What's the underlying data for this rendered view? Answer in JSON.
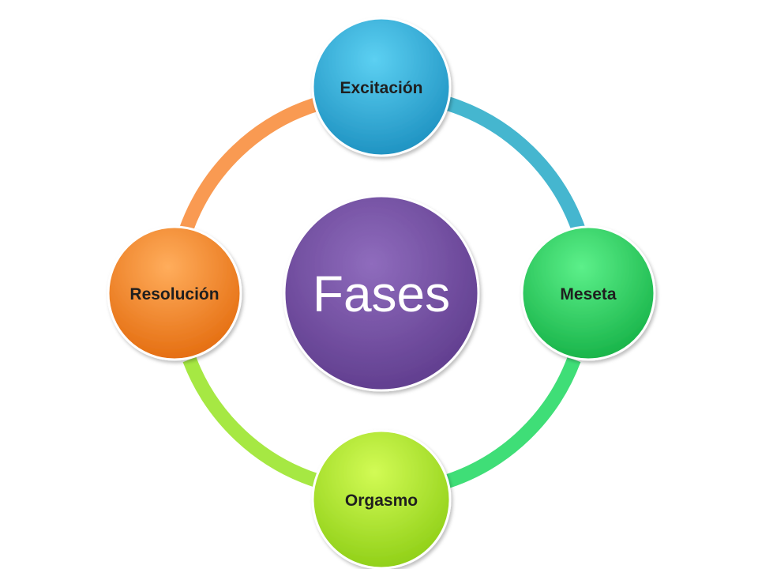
{
  "diagram": {
    "center": {
      "label": "Fases",
      "color": "#7b52a8"
    },
    "phases": [
      {
        "id": "excitacion",
        "label": "Excitación",
        "color": "#2aa8d6"
      },
      {
        "id": "meseta",
        "label": "Meseta",
        "color": "#22cc55"
      },
      {
        "id": "orgasmo",
        "label": "Orgasmo",
        "color": "#a8e022"
      },
      {
        "id": "resolucion",
        "label": "Resolución",
        "color": "#f57f1e"
      }
    ],
    "arcs": [
      {
        "from": "excitacion",
        "to": "meseta",
        "color": "#45b6cf"
      },
      {
        "from": "meseta",
        "to": "orgasmo",
        "color": "#3fde77"
      },
      {
        "from": "orgasmo",
        "to": "resolucion",
        "color": "#a6e843"
      },
      {
        "from": "resolucion",
        "to": "excitacion",
        "color": "#f99a52"
      }
    ]
  }
}
